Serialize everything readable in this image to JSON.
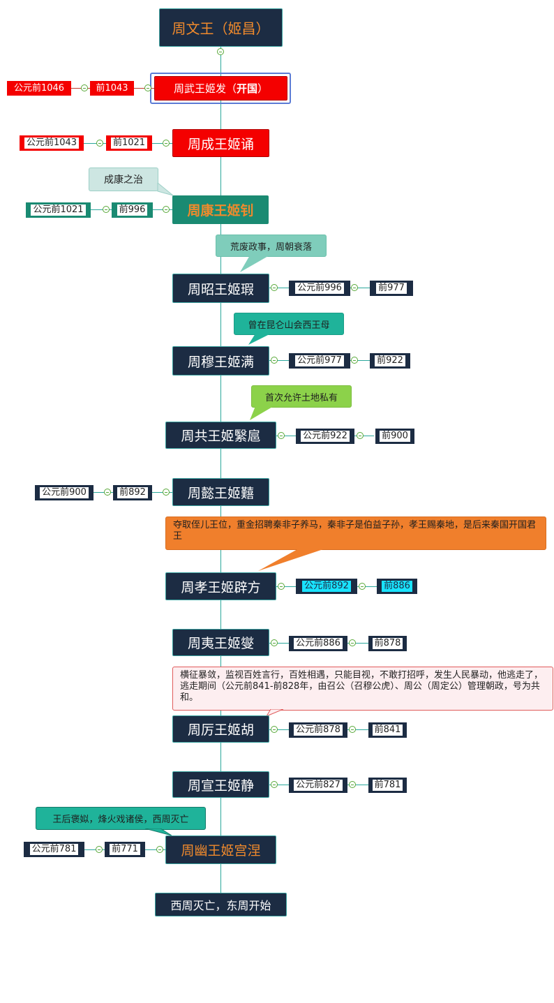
{
  "root": {
    "label": "周文王（姬昌）"
  },
  "kings": [
    {
      "name": "周武王姬发（",
      "name_bold": "开国",
      "name_end": "）",
      "start": "公元前1046",
      "end": "前1043"
    },
    {
      "name": "周成王姬诵",
      "start": "公元前1043",
      "end": "前1021"
    },
    {
      "name": "周康王姬钊",
      "start": "公元前1021",
      "end": "前996"
    },
    {
      "name": "周昭王姬瑕",
      "start": "公元前996",
      "end": "前977"
    },
    {
      "name": "周穆王姬满",
      "start": "公元前977",
      "end": "前922"
    },
    {
      "name": "周共王姬繄扈",
      "start": "公元前922",
      "end": "前900"
    },
    {
      "name": "周懿王姬囏",
      "start": "公元前900",
      "end": "前892"
    },
    {
      "name": "周孝王姬辟方",
      "start": "公元前892",
      "end": "前886"
    },
    {
      "name": "周夷王姬燮",
      "start": "公元前886",
      "end": "前878"
    },
    {
      "name": "周厉王姬胡",
      "start": "公元前878",
      "end": "前841"
    },
    {
      "name": "周宣王姬静",
      "start": "公元前827",
      "end": "前781"
    },
    {
      "name": "周幽王姬宫涅",
      "start": "公元前781",
      "end": "前771"
    }
  ],
  "end_node": {
    "label": "西周灭亡，东周开始"
  },
  "notes": {
    "kang": "成康之治",
    "zhao": "荒废政事，周朝衰落",
    "mu": "曾在昆仑山会西王母",
    "gong": "首次允许土地私有",
    "xiao": "夺取侄儿王位，重金招聘秦非子养马，秦非子是伯益子孙，孝王赐秦地，是后来秦国开国君王",
    "li": "横征暴敛，监视百姓言行，百姓相遇，只能目视，不敢打招呼，发生人民暴动，他逃走了，逃走期间（公元前841-前828年，由召公（召穆公虎）、周公（周定公）管理朝政，号为共和。",
    "you": "王后褒姒，烽火戏诸侯，西周灭亡"
  },
  "colors": {
    "dark_node": "#1c2c43",
    "red_node": "#f40000",
    "teal_node": "#1a8a72",
    "orange_text": "#f08a2c",
    "connector": "#2aa79b",
    "selection": "#5b7bd5",
    "note_orange": "#f07f2c",
    "note_lime": "#8cd24a",
    "note_teal": "#1fb39a",
    "note_mint": "#7fcdbb",
    "note_pale": "#cde6e2",
    "note_pink": "#fdeef0",
    "highlight_cyan": "#19e3ff"
  }
}
